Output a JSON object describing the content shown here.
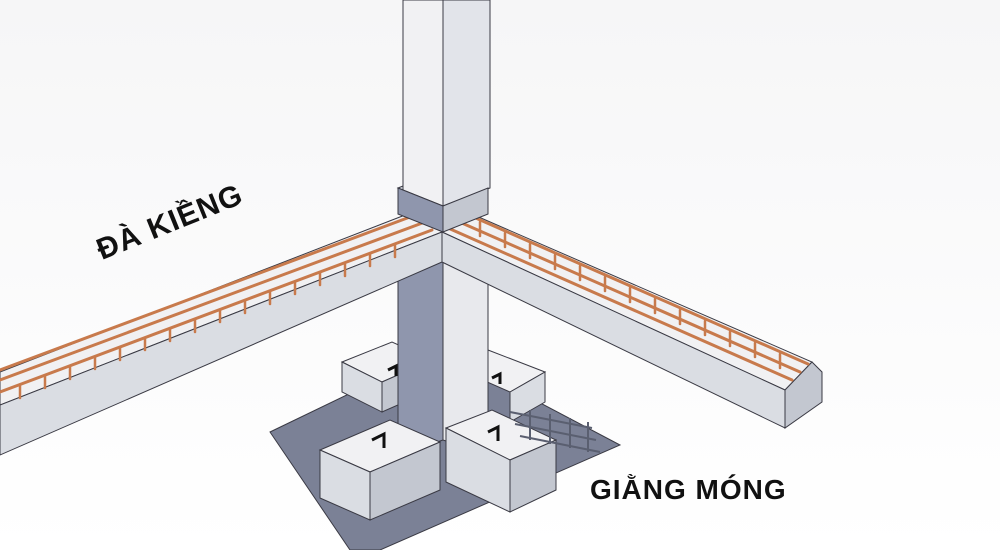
{
  "labels": {
    "tie_beam": "ĐÀ KIỀNG",
    "foundation_beam": "GIẰNG MÓNG"
  },
  "colors": {
    "concrete_face": "#f1f1f3",
    "concrete_side": "#dadde3",
    "concrete_dark": "#c3c7d0",
    "column_shadow": "#8f96ad",
    "ground_pad": "#7b8196",
    "rebar": "#c87a4c",
    "outline": "#3a3a44"
  },
  "icons": [
    "rebar-cage",
    "concrete-column",
    "footing-block"
  ]
}
